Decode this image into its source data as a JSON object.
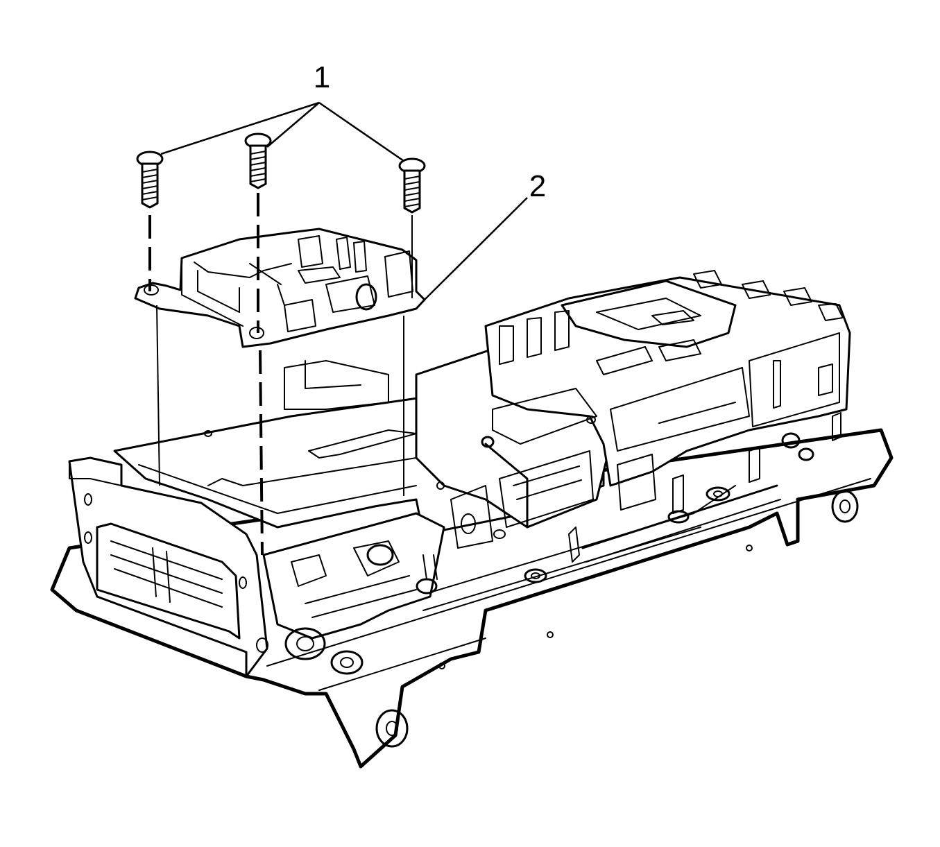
{
  "callouts": [
    {
      "id": "bolts",
      "label": "1"
    },
    {
      "id": "cover",
      "label": "2"
    }
  ],
  "colors": {
    "ink": "#000000",
    "paper": "#ffffff"
  }
}
